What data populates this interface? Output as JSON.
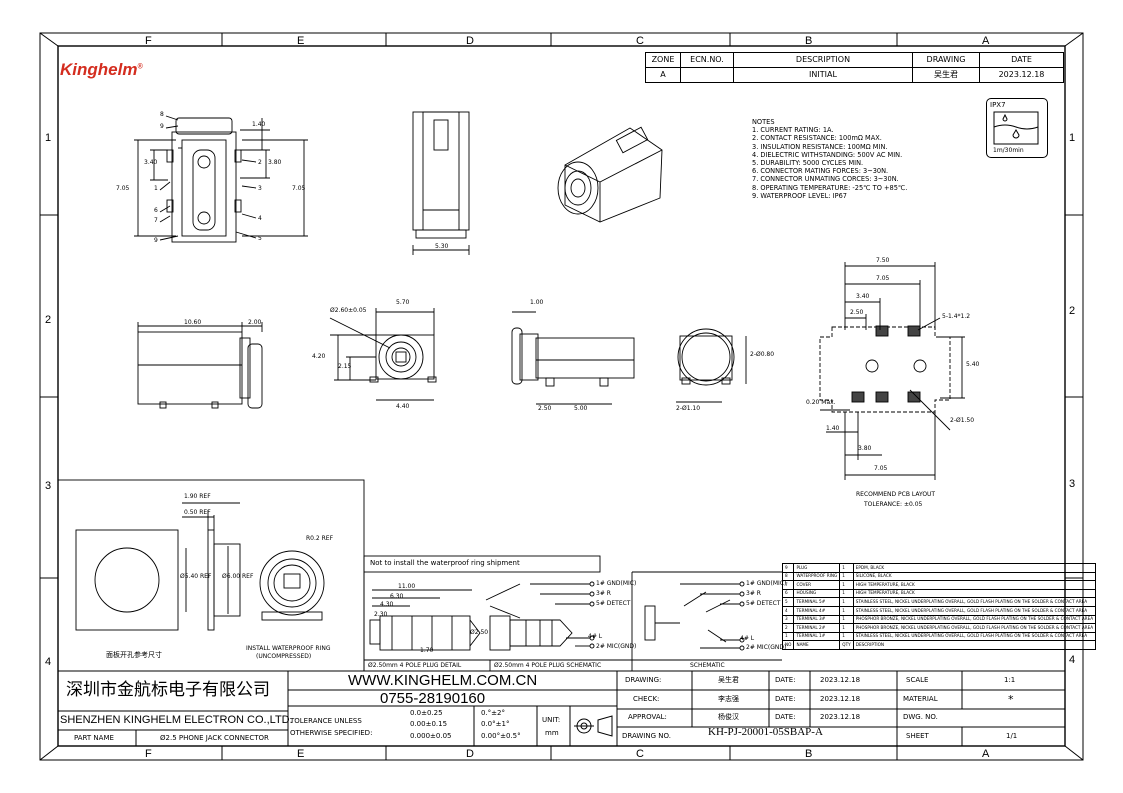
{
  "logo": "Kinghelm",
  "zones_top": [
    "F",
    "E",
    "D",
    "C",
    "B",
    "A"
  ],
  "zones_bottom": [
    "F",
    "E",
    "D",
    "C",
    "B",
    "A"
  ],
  "zones_left": [
    "1",
    "2",
    "3",
    "4"
  ],
  "zones_right": [
    "1",
    "2",
    "3",
    "4"
  ],
  "revision": {
    "headers": [
      "ZONE",
      "ECN.NO.",
      "DESCRIPTION",
      "DRAWING",
      "DATE"
    ],
    "row": [
      "A",
      "",
      "INITIAL",
      "吴生君",
      "2023.12.18"
    ]
  },
  "notes": [
    "NOTES",
    "1. CURRENT RATING: 1A.",
    "2. CONTACT RESISTANCE: 100mΩ MAX.",
    "3. INSULATION RESISTANCE: 100MΩ MIN.",
    "4. DIELECTRIC WITHSTANDING: 500V AC MIN.",
    "5. DURABILITY: 5000 CYCLES MIN.",
    "6. CONNECTOR MATING FORCES: 3~30N.",
    "7. CONNECTOR UNMATING CORCES: 3~30N.",
    "8. OPERATING TEMPERATURE: -25℃ TO +85℃.",
    "9. WATERPROOF LEVEL: IP67"
  ],
  "ipx": {
    "label": "IPX7",
    "sub": "1m/30min"
  },
  "dims": {
    "top_view": [
      "1.40",
      "3.40",
      "3.80",
      "7.05",
      "7.05"
    ],
    "front_width": "5.30",
    "side": [
      "10.60",
      "2.00"
    ],
    "face": [
      "5.70",
      "4.20",
      "2.15",
      "4.40",
      "Ø2.60±0.05"
    ],
    "side2": [
      "1.00",
      "2.50",
      "5.00"
    ],
    "end": [
      "2-Ø1.10",
      "2-Ø0.80"
    ],
    "pcb": [
      "7.50",
      "7.05",
      "3.40",
      "2.50",
      "5-1.4*1.2",
      "5.40",
      "0.20 Max.",
      "1.40",
      "3.80",
      "7.05",
      "2-Ø1.50"
    ],
    "ring": [
      "1.90 REF",
      "0.50 REF",
      "Ø5.40 REF",
      "Ø6.00 REF",
      "R0.2 REF"
    ]
  },
  "pcb_title": "RECOMMEND PCB LAYOUT",
  "pcb_tol": "TOLERANCE: ±0.05",
  "panel_label": "面板开孔参考尺寸",
  "ring_label": "INSTALL WATERPROOF RING",
  "ring_sub": "(UNCOMPRESSED)",
  "ship_note": "Not to install the waterproof ring shipment",
  "plug": {
    "detail": "Ø2.50mm 4 POLE PLUG DETAIL",
    "schem1": "Ø2.50mm 4 POLE PLUG SCHEMATIC",
    "schem2": "SCHEMATIC",
    "pins": [
      "1# GND(MIC)",
      "3# R",
      "5# DETECT",
      "4# L",
      "2# MIC(GND)"
    ],
    "dims": [
      "11.00",
      "6.30",
      "4.30",
      "2.30",
      "1.70",
      "Ø2.50"
    ]
  },
  "bom": {
    "headers": [
      "NO",
      "NAME",
      "QTY",
      "DESCRIPTION"
    ],
    "rows": [
      [
        "9",
        "PLUG",
        "1",
        "EPDM, BLACK"
      ],
      [
        "8",
        "WATERPROOF RING",
        "1",
        "SILICONE, BLACK"
      ],
      [
        "7",
        "COVER",
        "1",
        "HIGH TEMPERATURE, BLACK"
      ],
      [
        "6",
        "HOUSING",
        "1",
        "HIGH TEMPERATURE, BLACK"
      ],
      [
        "5",
        "TERMINAL 5#",
        "1",
        "STAINLESS STEEL, NICKEL UNDERPLATING OVERALL, GOLD FLASH PLATING ON THE SOLDER & CONTACT AREA"
      ],
      [
        "4",
        "TERMINAL 4#",
        "1",
        "STAINLESS STEEL, NICKEL UNDERPLATING OVERALL, GOLD FLASH PLATING ON THE SOLDER & CONTACT AREA"
      ],
      [
        "3",
        "TERMINAL 3#",
        "1",
        "PHOSPHOR BRONZE, NICKEL UNDERPLATING OVERALL, GOLD FLASH PLATING ON THE SOLDER & CONTACT AREA"
      ],
      [
        "2",
        "TERMINAL 2#",
        "1",
        "PHOSPHOR BRONZE, NICKEL UNDERPLATING OVERALL, GOLD FLASH PLATING ON THE SOLDER & CONTACT AREA"
      ],
      [
        "1",
        "TERMINAL 1#",
        "1",
        "STAINLESS STEEL, NICKEL UNDERPLATING OVERALL, GOLD FLASH PLATING ON THE SOLDER & CONTACT AREA"
      ]
    ]
  },
  "title_block": {
    "company_cn": "深圳市金航标电子有限公司",
    "company_en": "SHENZHEN KINGHELM ELECTRON CO.,LTD.",
    "web": "WWW.KINGHELM.COM.CN",
    "phone": "0755-28190160",
    "part_name_label": "PART NAME",
    "part_name": "Ø2.5 PHONE JACK CONNECTOR",
    "tol_label1": "TOLERANCE UNLESS",
    "tol_label2": "OTHERWISE SPECIFIED:",
    "tol_lin": [
      "0.0±0.25",
      "0.00±0.15",
      "0.000±0.05"
    ],
    "tol_ang": [
      "0.°±2°",
      "0.0°±1°",
      "0.00°±0.5°"
    ],
    "unit_label": "UNIT:",
    "unit": "mm",
    "drawing_label": "DRAWING:",
    "drawing": "吴生君",
    "check_label": "CHECK:",
    "check": "李志强",
    "approval_label": "APPROVAL:",
    "approval": "杨俊汉",
    "dwgno_label": "DRAWING NO.",
    "dwgno": "KH-PJ-20001-05SBAP-A",
    "date_label": "DATE:",
    "dates": [
      "2023.12.18",
      "2023.12.18",
      "2023.12.18"
    ],
    "scale_label": "SCALE",
    "scale": "1:1",
    "material_label": "MATERIAL",
    "material": "*",
    "dwg_label": "DWG. NO.",
    "sheet_label": "SHEET",
    "sheet": "1/1"
  },
  "callouts": [
    "8",
    "9",
    "1",
    "2",
    "3",
    "4",
    "5",
    "6",
    "7"
  ]
}
